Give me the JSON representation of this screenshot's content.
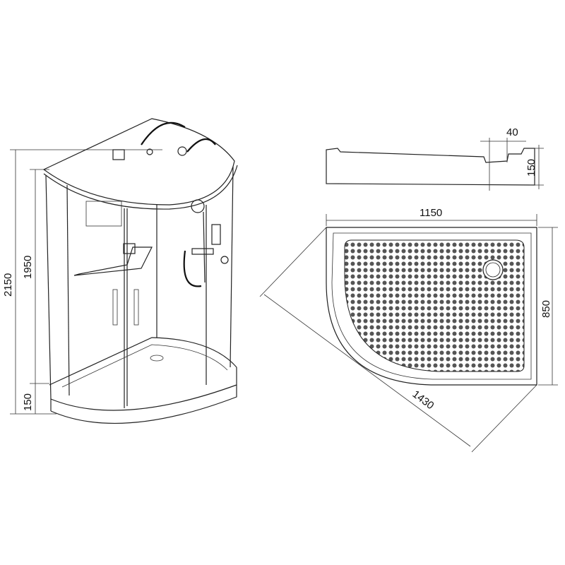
{
  "title": "Shower cabin dimensional drawing",
  "dimensions": {
    "total_height": "2150",
    "cabin_height": "1950",
    "tray_height": "150",
    "tray_rim": "40",
    "tray_profile_height": "150",
    "width": "1150",
    "depth": "850",
    "diagonal": "1430"
  },
  "colors": {
    "line": "#222222",
    "background": "#ffffff",
    "tray_dots": "#555555"
  }
}
